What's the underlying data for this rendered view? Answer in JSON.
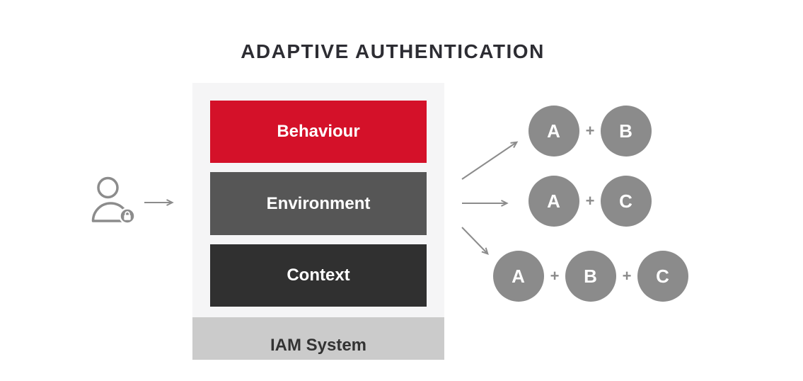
{
  "title": "ADAPTIVE AUTHENTICATION",
  "diagram": {
    "user": {
      "icon": "user-lock-icon"
    },
    "stack": {
      "panel_color": "#f5f5f6",
      "layers": [
        {
          "label": "Behaviour",
          "color": "#d41129"
        },
        {
          "label": "Environment",
          "color": "#565656"
        },
        {
          "label": "Context",
          "color": "#303030"
        }
      ],
      "base": {
        "label": "IAM System",
        "color": "#cbcbcb"
      }
    },
    "factor_combinations": [
      {
        "parts": [
          "A",
          "+",
          "B"
        ]
      },
      {
        "parts": [
          "A",
          "+",
          "C"
        ]
      },
      {
        "parts": [
          "A",
          "+",
          "B",
          "+",
          "C"
        ]
      }
    ],
    "circle_color": "#8b8b8b",
    "arrow_color": "#8c8c8c",
    "title_color": "#2d2d33"
  }
}
